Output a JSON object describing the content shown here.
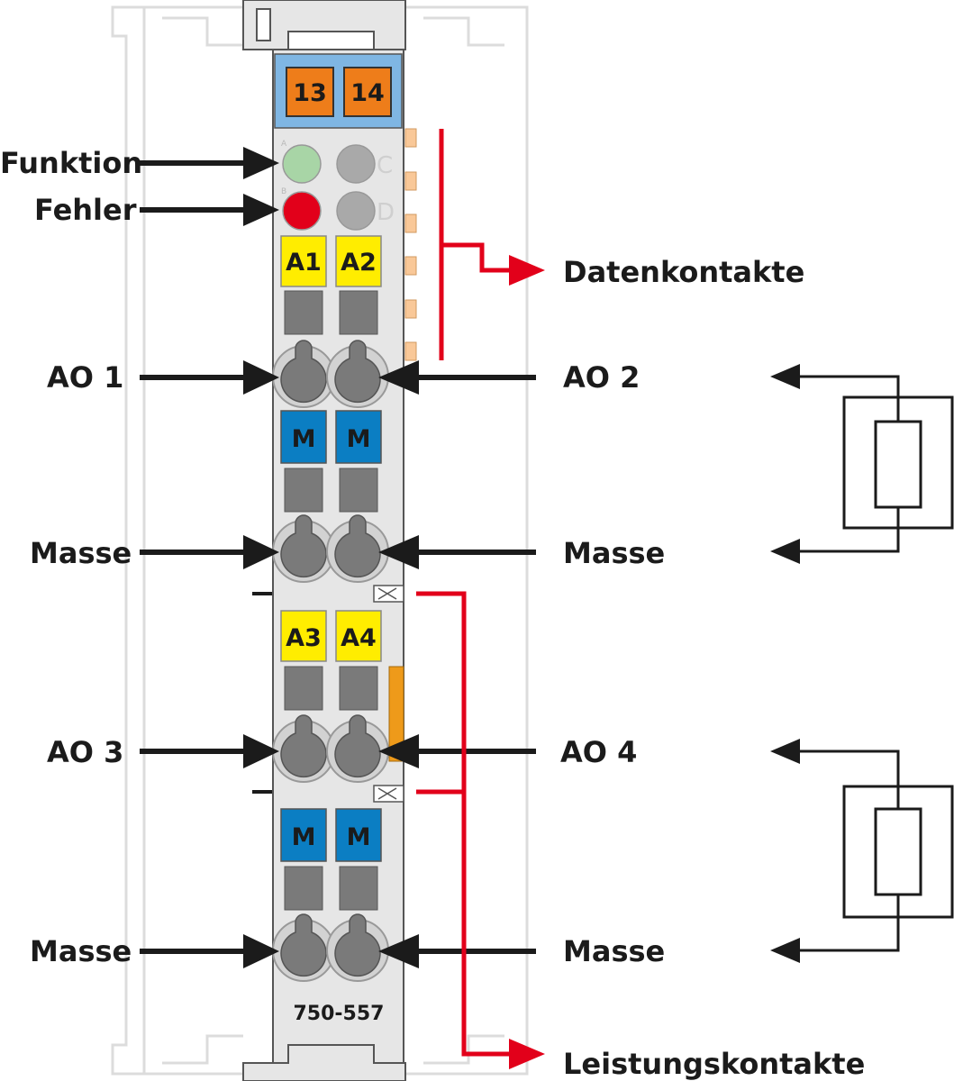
{
  "labels": {
    "funktion": "Funktion",
    "fehler": "Fehler",
    "ao1": "AO 1",
    "ao2": "AO 2",
    "ao3": "AO 3",
    "ao4": "AO 4",
    "masse": "Masse",
    "datenkontakte": "Datenkontakte",
    "leistungskontakte": "Leistungskontakte"
  },
  "module": {
    "part_number": "750-557",
    "marker_left": "13",
    "marker_right": "14",
    "led_a_letter": "A",
    "led_b_letter": "B",
    "led_c_letter": "C",
    "led_d_letter": "D",
    "tag_a1": "A1",
    "tag_a2": "A2",
    "tag_a3": "A3",
    "tag_a4": "A4",
    "tag_m": "M"
  },
  "colors": {
    "arrow": "#1b1b1b",
    "red_bracket": "#e2001a",
    "module_body": "#e6e6e6",
    "marker_blue": "#7fb6e3",
    "marker_orange": "#ee7d1a",
    "tag_yellow": "#ffed00",
    "tag_blue": "#0b7ec3",
    "led_green": "#a8d5a6",
    "led_red": "#e2001a",
    "led_gray": "#a9a9a9"
  }
}
